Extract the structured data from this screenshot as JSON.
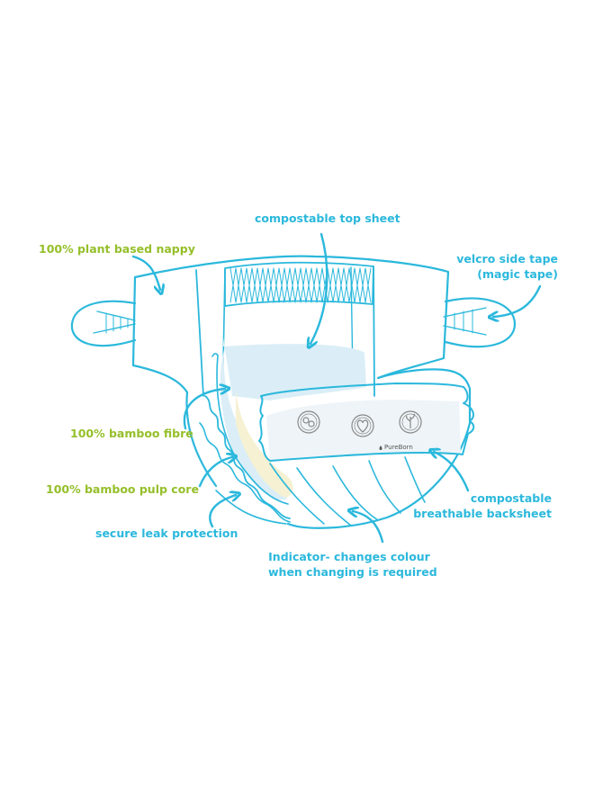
{
  "colors": {
    "outline": "#2bb8dc",
    "label_blue": "#2bb8dc",
    "label_green": "#95bf2a",
    "core_fill": "#dbeef7",
    "core_yellow": "#f6f1d2",
    "backsheet_panel": "#eef4f8"
  },
  "labels": {
    "plant_based": "100% plant based nappy",
    "top_sheet": "compostable top sheet",
    "velcro_line1": "velcro side tape",
    "velcro_line2": "(magic tape)",
    "bamboo_fibre": "100% bamboo fibre",
    "bamboo_pulp": "100% bamboo pulp core",
    "leak_protection": "secure leak protection",
    "backsheet_line1": "compostable",
    "backsheet_line2": "breathable backsheet",
    "indicator_line1": "Indicator- changes colour",
    "indicator_line2": "when changing is required"
  },
  "brand_mark": "PureBorn",
  "icons": [
    "compost-badge-icon",
    "heart-plant-badge-icon",
    "seedling-badge-icon"
  ]
}
